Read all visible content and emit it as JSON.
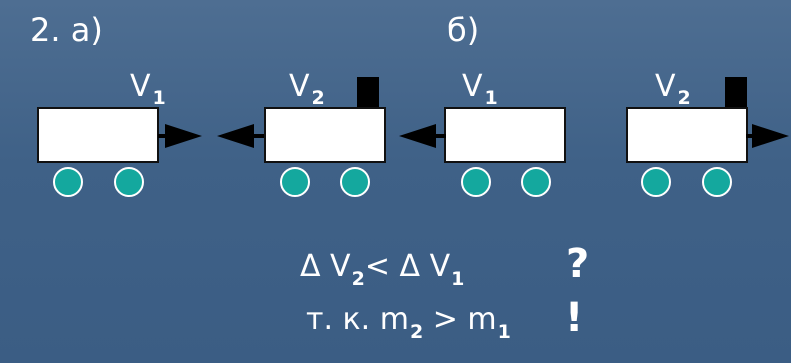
{
  "labels": {
    "part_a": "2. а)",
    "part_b": "б)",
    "v": "V",
    "sub_1": "1",
    "sub_2": "2"
  },
  "formula": {
    "delta": "Δ V",
    "lt": "<",
    "delta2": " Δ V",
    "question_mark": "?",
    "tk": "т. к. m",
    "gt": " > m",
    "exclamation": "!"
  },
  "colors": {
    "background": "#3f6187",
    "wheel": "#14a89e",
    "wagon": "#ffffff",
    "arrow": "#000000"
  }
}
